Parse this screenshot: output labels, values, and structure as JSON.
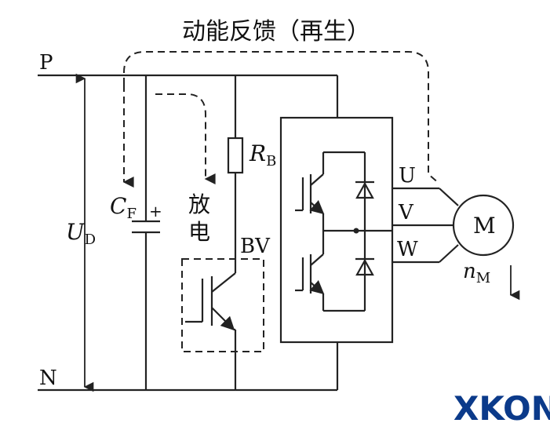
{
  "title": "动能反馈（再生）",
  "labels": {
    "p": "P",
    "n": "N",
    "ud_main": "U",
    "ud_sub": "D",
    "cf_main": "C",
    "cf_sub": "F",
    "cf_plus": "+",
    "rb_main": "R",
    "rb_sub": "B",
    "discharge_line1": "放",
    "discharge_line2": "电",
    "bv": "BV",
    "u": "U",
    "v": "V",
    "w": "W",
    "motor": "M",
    "nm_main": "n",
    "nm_sub": "M"
  },
  "logo": "XKON",
  "colors": {
    "line": "#222222",
    "logo": "#0b3a8a"
  }
}
